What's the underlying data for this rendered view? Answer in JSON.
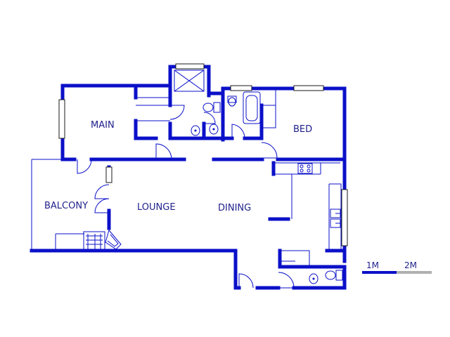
{
  "rooms": {
    "main": "MAIN",
    "bed": "BED",
    "balcony": "BALCONY",
    "lounge": "LOUNGE",
    "dining": "DINING"
  },
  "scale": {
    "label_1": "1M",
    "label_2": "2M",
    "color_1": "#0b10c8",
    "color_2": "#b0b0b0"
  },
  "colors": {
    "wall": "#0b10c8",
    "label": "#1e1e8c"
  }
}
